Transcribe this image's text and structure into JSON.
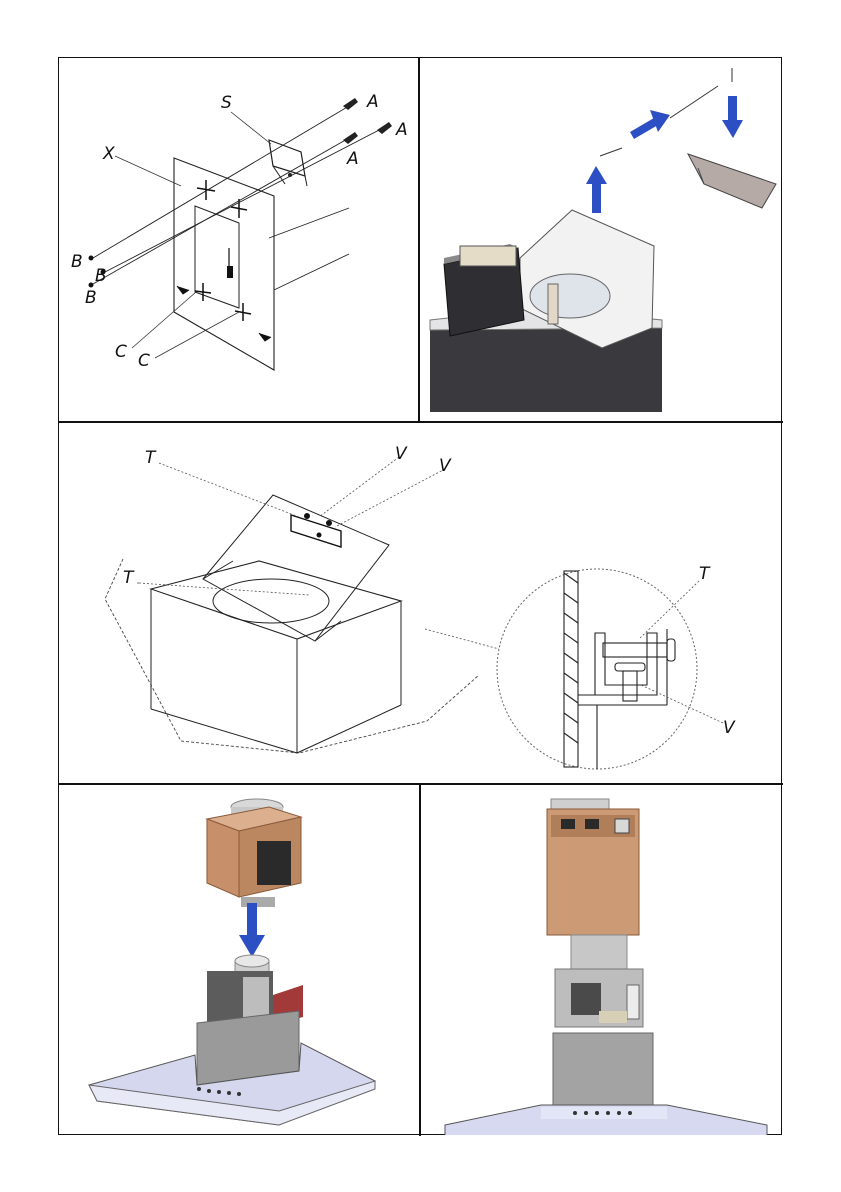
{
  "panel1": {
    "labels": {
      "S": "S",
      "X": "X",
      "A1": "A",
      "A2": "A",
      "A3": "A",
      "B1": "B",
      "B2": "B",
      "B3": "B",
      "C1": "C",
      "C2": "C"
    }
  },
  "panel3": {
    "labels": {
      "T1": "T",
      "T2": "T",
      "V1": "V",
      "V2": "V",
      "T3": "T",
      "V3": "V"
    }
  },
  "colors": {
    "arrow": "#2c4fc4",
    "copper": "#c8906a",
    "hood": "#c9cde6",
    "steel": "#a7a7a7",
    "dark": "#3a3a3e"
  }
}
